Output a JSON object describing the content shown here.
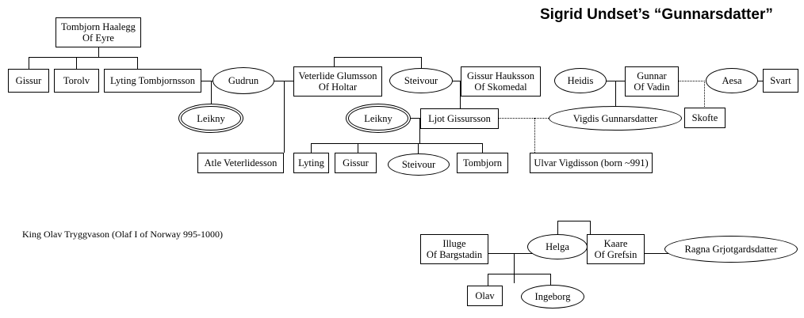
{
  "title": "Sigrid Undset’s “Gunnarsdatter”",
  "annotation": "King Olav Tryggvason (Olaf I of Norway 995-1000)",
  "colors": {
    "line": "#000000",
    "text": "#000000",
    "background": "#ffffff"
  },
  "nodes": {
    "tombjorn_haalegg": "Tombjorn Haalegg\nOf Eyre",
    "gissur_1": "Gissur",
    "torolv": "Torolv",
    "lyting_tombjornsson": "Lyting Tombjornsson",
    "gudrun": "Gudrun",
    "leikny_1": "Leikny",
    "veterlide_glumsson": "Veterlide Glumsson\nOf Holtar",
    "steivour_1": "Steivour",
    "gissur_hauksson": "Gissur Hauksson\nOf Skomedal",
    "atle_veterlidesson": "Atle Veterlidesson",
    "leikny_2": "Leikny",
    "ljot_gissursson": "Ljot Gissursson",
    "lyting_2": "Lyting",
    "gissur_2": "Gissur",
    "steivour_2": "Steivour",
    "tombjorn_2": "Tombjorn",
    "heidis": "Heidis",
    "gunnar_of_vadin": "Gunnar\nOf Vadin",
    "aesa": "Aesa",
    "svart": "Svart",
    "vigdis_gunnarsdatter": "Vigdis Gunnarsdatter",
    "skofte": "Skofte",
    "ulvar_vigdisson": "Ulvar Vigdisson (born ~991)",
    "illuge_of_bargstadin": "Illuge\nOf Bargstadin",
    "helga": "Helga",
    "kaare_of_grefsin": "Kaare\nOf Grefsin",
    "ragna_grjotgardsdatter": "Ragna Grjotgardsdatter",
    "olav": "Olav",
    "ingeborg": "Ingeborg"
  }
}
